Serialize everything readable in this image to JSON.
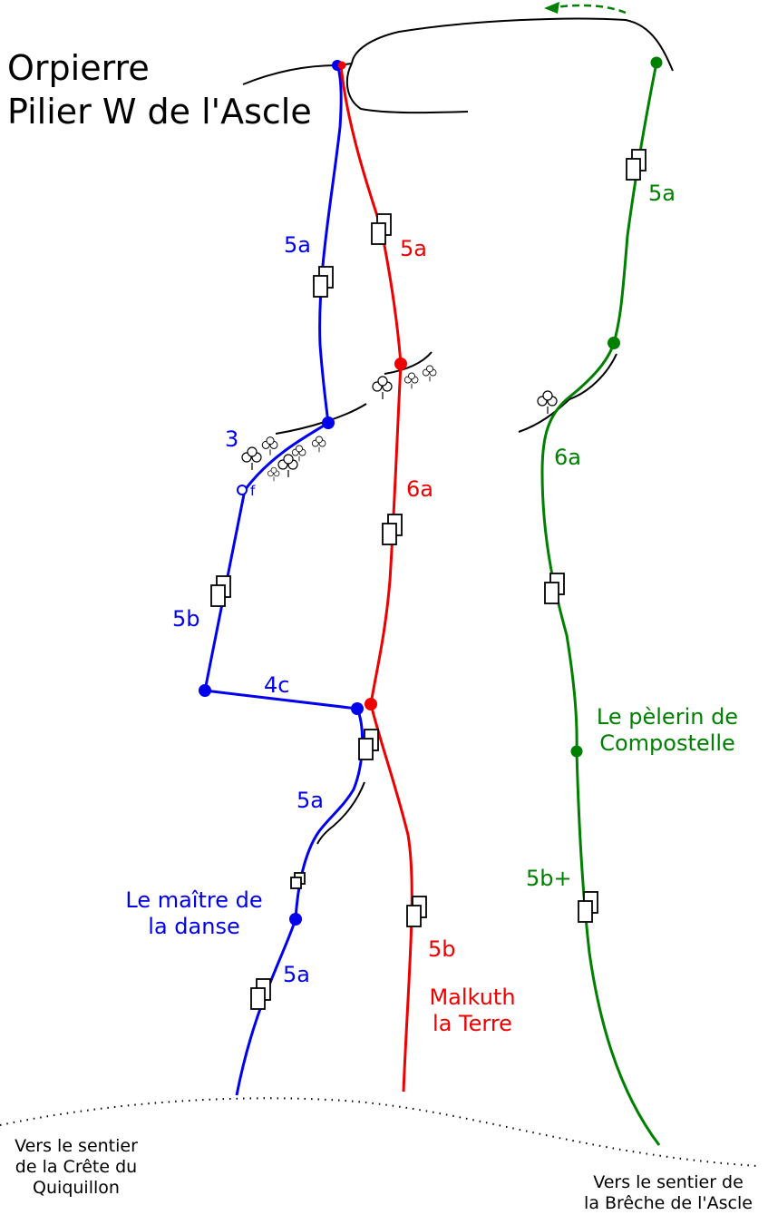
{
  "title": {
    "line1": "Orpierre",
    "line2": "Pilier W de l'Ascle"
  },
  "colors": {
    "blue": "#0000ee",
    "red": "#ee0000",
    "green": "#008000",
    "ink": "#000000"
  },
  "routes": {
    "blue": {
      "name_line1": "Le maître de",
      "name_line2": "la danse",
      "grades": [
        "5a",
        "5a",
        "4c",
        "5b",
        "3",
        "5a"
      ],
      "belay_note": "f"
    },
    "red": {
      "name_line1": "Malkuth",
      "name_line2": "la Terre",
      "grades": [
        "5b",
        "6a",
        "5a"
      ]
    },
    "green": {
      "name_line1": "Le pèlerin de",
      "name_line2": "Compostelle",
      "grades": [
        "5b+",
        "6a",
        "5a"
      ]
    }
  },
  "approach": {
    "left_line1": "Vers le sentier",
    "left_line2": "de la Crête du",
    "left_line3": "Quiquillon",
    "right_line1": "Vers le sentier de",
    "right_line2": "la Brêche de l'Ascle"
  },
  "icons": [
    "bolt-icon",
    "tree-icon",
    "belay-icon",
    "descent-arrow-icon"
  ]
}
